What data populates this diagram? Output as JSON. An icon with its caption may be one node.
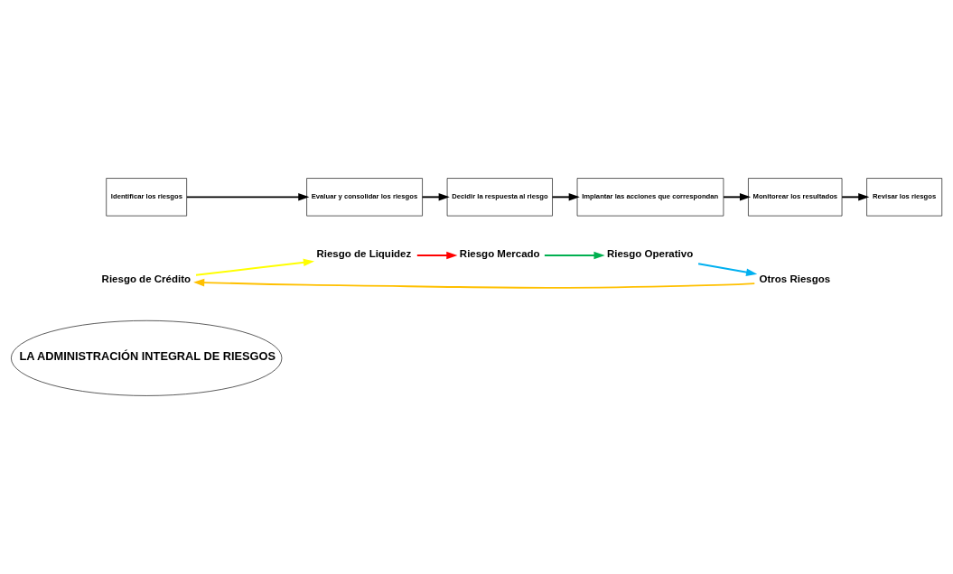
{
  "diagram": {
    "nodes": [
      {
        "text": [
          "LA ADMINISTRACIÓN INTEGRAL DE RIESGOS"
        ]
      },
      {
        "text": [
          "Riesgo de Crédito"
        ]
      },
      {
        "text": [
          "Riesgo de Liquidez"
        ]
      },
      {
        "text": [
          "Riesgo Mercado"
        ]
      },
      {
        "text": [
          "Riesgo Operativo"
        ]
      },
      {
        "text": [
          "Otros Riesgos"
        ]
      },
      {
        "text": [
          "Identificar los riesgos"
        ]
      },
      {
        "text": [
          "Evaluar y consolidar los riesgos"
        ]
      },
      {
        "text": [
          "Decidir la respuesta al riesgo"
        ]
      },
      {
        "text": [
          "Implantar las acciones que correspondan"
        ]
      },
      {
        "text": [
          "Monitorear los resultados"
        ]
      },
      {
        "text": [
          "Revisar los riesgos"
        ]
      }
    ],
    "edges": [
      {
        "from": 5,
        "to": 1,
        "arrow": "to",
        "color": "#ffc000"
      },
      {
        "from": 1,
        "to": 2,
        "arrow": "to",
        "color": "#ffff00"
      },
      {
        "from": 2,
        "to": 3,
        "arrow": "to",
        "color": "#ff0000"
      },
      {
        "from": 3,
        "to": 4,
        "arrow": "to",
        "color": "#00b050"
      },
      {
        "from": 4,
        "to": 5,
        "arrow": "to",
        "color": "#00b0f0"
      },
      {
        "from": 6,
        "to": 7,
        "arrow": "to"
      },
      {
        "from": 7,
        "to": 8,
        "arrow": "to"
      },
      {
        "from": 8,
        "to": 9,
        "arrow": "to"
      },
      {
        "from": 9,
        "to": 10,
        "arrow": "to"
      },
      {
        "from": 10,
        "to": 11,
        "arrow": "to"
      }
    ]
  }
}
